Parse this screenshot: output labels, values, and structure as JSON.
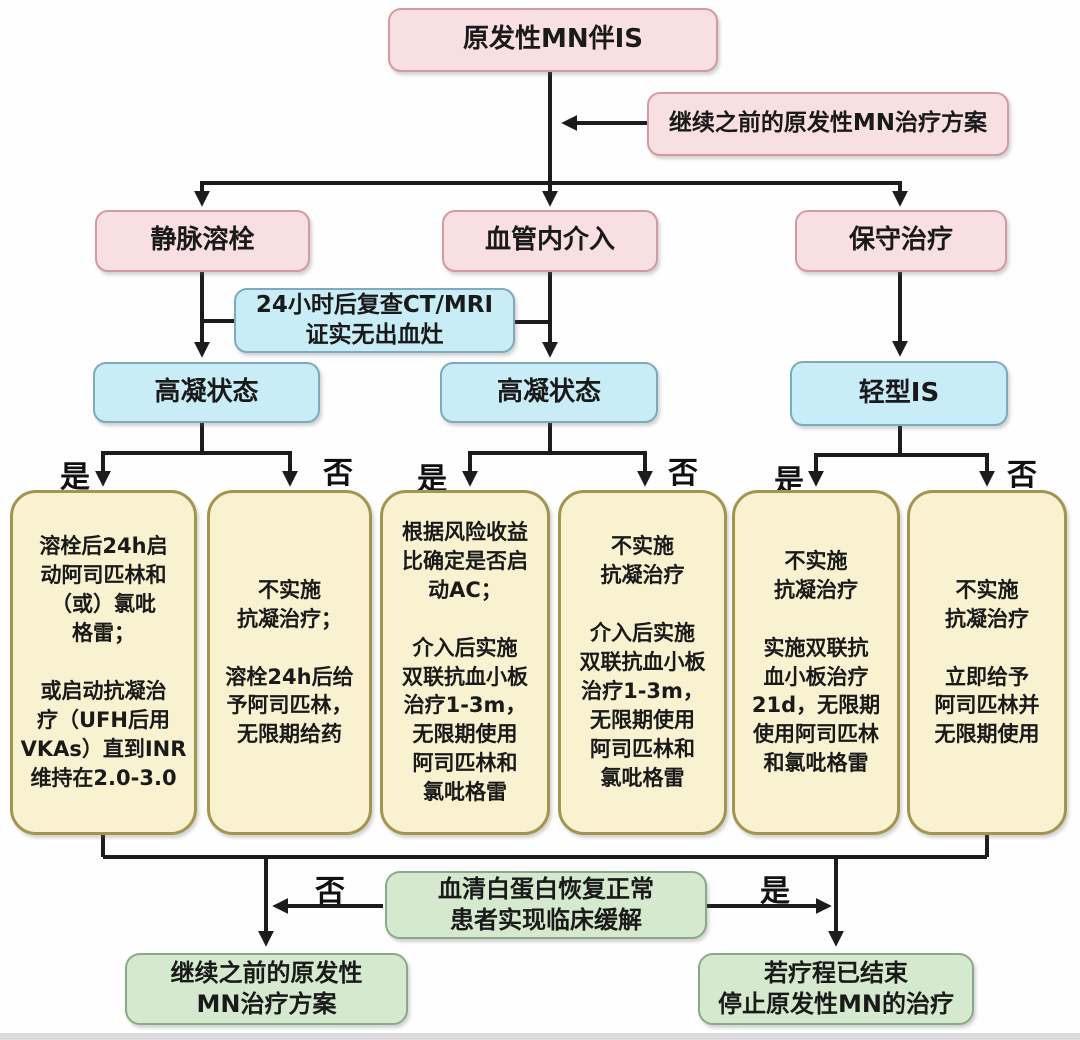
{
  "diagram": {
    "root": "原发性MN伴IS",
    "feedback": "继续之前的原发性MN治疗方案",
    "branches": {
      "thrombolysis": "静脉溶栓",
      "endovascular": "血管内介入",
      "conservative": "保守治疗"
    },
    "ct_recheck": "24小时后复查CT/MRI\n证实无出血灶",
    "conditions": {
      "hypercoag_left": "高凝状态",
      "hypercoag_mid": "高凝状态",
      "mild_is": "轻型IS"
    },
    "decision": {
      "yes": "是",
      "no": "否"
    },
    "outcomes": [
      "溶栓后24h启\n动阿司匹林和\n（或）氯吡\n格雷；\n\n或启动抗凝治\n疗（UFH后用\nVKAs）直到INR\n维持在2.0-3.0",
      "不实施\n抗凝治疗；\n\n溶栓24h后给\n予阿司匹林，\n无限期给药",
      "根据风险收益\n比确定是否启\n动AC；\n\n介入后实施\n双联抗血小板\n治疗1-3m，\n无限期使用\n阿司匹林和\n氯吡格雷",
      "不实施\n抗凝治疗\n\n介入后实施\n双联抗血小板\n治疗1-3m，\n无限期使用\n阿司匹林和\n氯吡格雷",
      "不实施\n抗凝治疗\n\n实施双联抗\n血小板治疗\n21d，无限期\n使用阿司匹林\n和氯吡格雷",
      "不实施\n抗凝治疗\n\n立即给予\n阿司匹林并\n无限期使用"
    ],
    "remission_check": "血清白蛋白恢复正常\n患者实现临床缓解",
    "final": {
      "continue": "继续之前的原发性\nMN治疗方案",
      "stop": "若疗程已结束\n停止原发性MN的治疗"
    }
  },
  "colors": {
    "node_pink": "#f8dfe2",
    "node_pink_border": "#d49aa4",
    "node_cyan": "#c9edf6",
    "node_cyan_border": "#7fa9bd",
    "node_yellow": "#f8f2d1",
    "node_yellow_border": "#a3954f",
    "node_green": "#d5e9ce",
    "node_green_border": "#8aa98a",
    "arrow": "#1c1c1c"
  }
}
